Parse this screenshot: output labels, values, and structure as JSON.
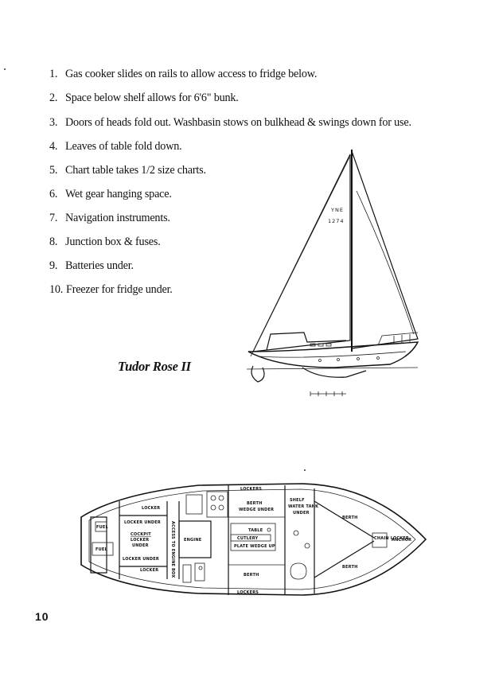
{
  "notes": [
    {
      "number": "1.",
      "text": "Gas cooker slides on rails to allow access to fridge below."
    },
    {
      "number": "2.",
      "text": "Space below shelf allows for 6'6\" bunk."
    },
    {
      "number": "3.",
      "text": "Doors of heads fold out.  Washbasin stows on bulkhead & swings down for use."
    },
    {
      "number": "4.",
      "text": "Leaves of table fold down."
    },
    {
      "number": "5.",
      "text": "Chart table takes 1/2 size charts."
    },
    {
      "number": "6.",
      "text": "Wet gear hanging space."
    },
    {
      "number": "7.",
      "text": "Navigation instruments."
    },
    {
      "number": "8.",
      "text": "Junction box & fuses."
    },
    {
      "number": "9.",
      "text": "Batteries under."
    },
    {
      "number": "10.",
      "text": "Freezer for fridge under."
    }
  ],
  "boat_name": "Tudor Rose II",
  "sail": {
    "line1": "YNE",
    "line2": "1274"
  },
  "plan_labels": {
    "fuel_1": "FUEL",
    "fuel_2": "FUEL",
    "locker_top_left": "LOCKER",
    "locker_under": "LOCKER UNDER",
    "cockpit_locker": "COCKPIT",
    "locker_under_2": "LOCKER",
    "locker_under_3": "UNDER",
    "locker_under_bottom": "LOCKER UNDER",
    "locker_bottom_left": "LOCKER",
    "access_to_engine": "ACCESS TO ENGINE BOX",
    "engine": "ENGINE",
    "lockers_top": "LOCKERS",
    "berth_top": "BERTH",
    "wedge_under": "WEDGE UNDER",
    "table": "TABLE",
    "cutlery": "CUTLERY",
    "plates_wedge": "PLATE WEDGE UP",
    "shelf": "SHELF",
    "water_tank_under": "WATER TANK",
    "water_tank_under_2": "UNDER",
    "berth_middle": "BERTH",
    "lockers_bottom": "LOCKERS",
    "berth_fwd_top": "BERTH",
    "berth_fwd_bottom": "BERTH",
    "chain_locker": "CHAIN LOCKER",
    "anchor": "ANCHOR"
  },
  "page_number": "10"
}
